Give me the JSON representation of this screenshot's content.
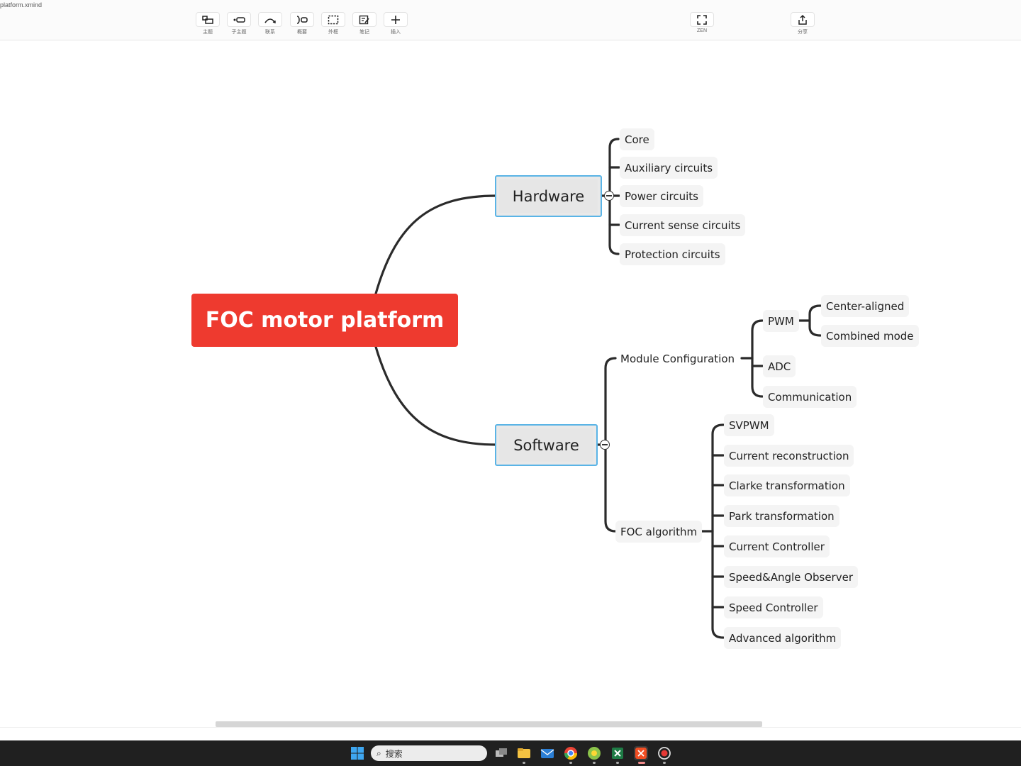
{
  "window": {
    "file_title": "platform.xmind"
  },
  "toolbar": {
    "items": [
      {
        "label": "主题",
        "icon": "topic-icon"
      },
      {
        "label": "子主题",
        "icon": "subtopic-icon"
      },
      {
        "label": "联系",
        "icon": "relationship-icon"
      },
      {
        "label": "概要",
        "icon": "summary-icon"
      },
      {
        "label": "外框",
        "icon": "boundary-icon"
      },
      {
        "label": "笔记",
        "icon": "note-icon"
      },
      {
        "label": "插入",
        "icon": "insert-icon"
      }
    ],
    "zen_label": "ZEN",
    "share_label": "分享"
  },
  "mindmap": {
    "central": "FOC motor platform",
    "hardware": {
      "label": "Hardware",
      "children": [
        "Core",
        "Auxiliary circuits",
        "Power circuits",
        "Current sense circuits",
        "Protection circuits"
      ]
    },
    "software": {
      "label": "Software",
      "module_config": {
        "label": "Module Configuration",
        "pwm": {
          "label": "PWM",
          "children": [
            "Center-aligned",
            "Combined mode"
          ]
        },
        "adc": "ADC",
        "communication": "Communication"
      },
      "foc": {
        "label": "FOC algorithm",
        "children": [
          "SVPWM",
          "Current reconstruction",
          "Clarke transformation",
          "Park transformation",
          "Current Controller",
          "Speed&Angle Observer",
          "Speed Controller",
          "Advanced algorithm"
        ]
      }
    }
  },
  "taskbar": {
    "search_placeholder": "搜索"
  },
  "colors": {
    "central": "#ee3a2f",
    "topic_border": "#5ab4e6",
    "line": "#2b2b2b"
  }
}
